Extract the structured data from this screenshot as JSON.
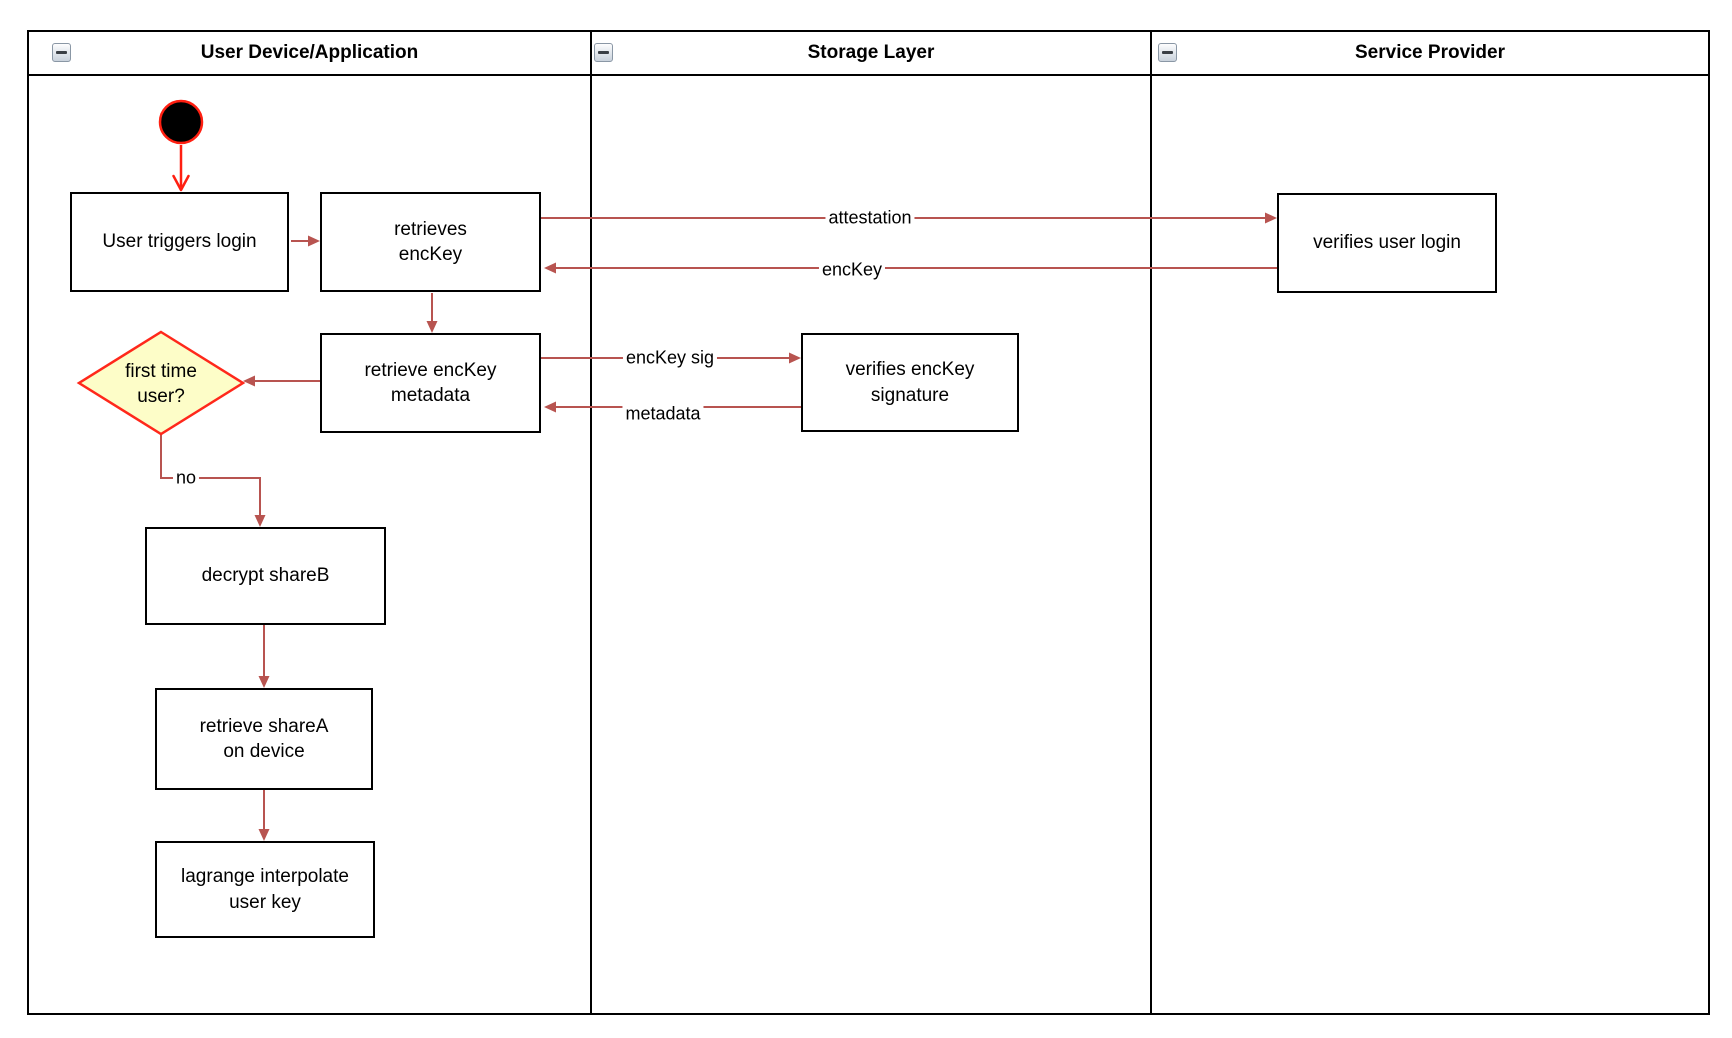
{
  "colors": {
    "edge": "#B85450",
    "highlight": "#FF1F11",
    "decision_fill": "#FDFDC8",
    "decision_stroke": "#FF281B",
    "shape_border": "#000000",
    "shape_fill": "#FFFFFF"
  },
  "lanes": [
    {
      "title": "User Device/Application",
      "collapse_icon": "minus-icon"
    },
    {
      "title": "Storage Layer",
      "collapse_icon": "minus-icon"
    },
    {
      "title": "Service Provider",
      "collapse_icon": "minus-icon"
    }
  ],
  "nodes": {
    "start": {
      "type": "initial-node"
    },
    "user_triggers_login": {
      "label": "User triggers login"
    },
    "retrieves_enckey": {
      "label": "retrieves\nencKey"
    },
    "retrieve_enckey_metadata": {
      "label": "retrieve encKey\nmetadata"
    },
    "first_time_user": {
      "label": "first time\nuser?"
    },
    "decrypt_shareb": {
      "label": "decrypt shareB"
    },
    "retrieve_sharea_on_device": {
      "label": "retrieve shareA\non device"
    },
    "lagrange_interpolate_user_key": {
      "label": "lagrange interpolate\nuser key"
    },
    "verifies_enckey_signature": {
      "label": "verifies encKey\nsignature"
    },
    "verifies_user_login": {
      "label": "verifies user login"
    }
  },
  "edge_labels": {
    "attestation": "attestation",
    "enckey": "encKey",
    "enckey_sig": "encKey sig",
    "metadata": "metadata",
    "no": "no"
  }
}
